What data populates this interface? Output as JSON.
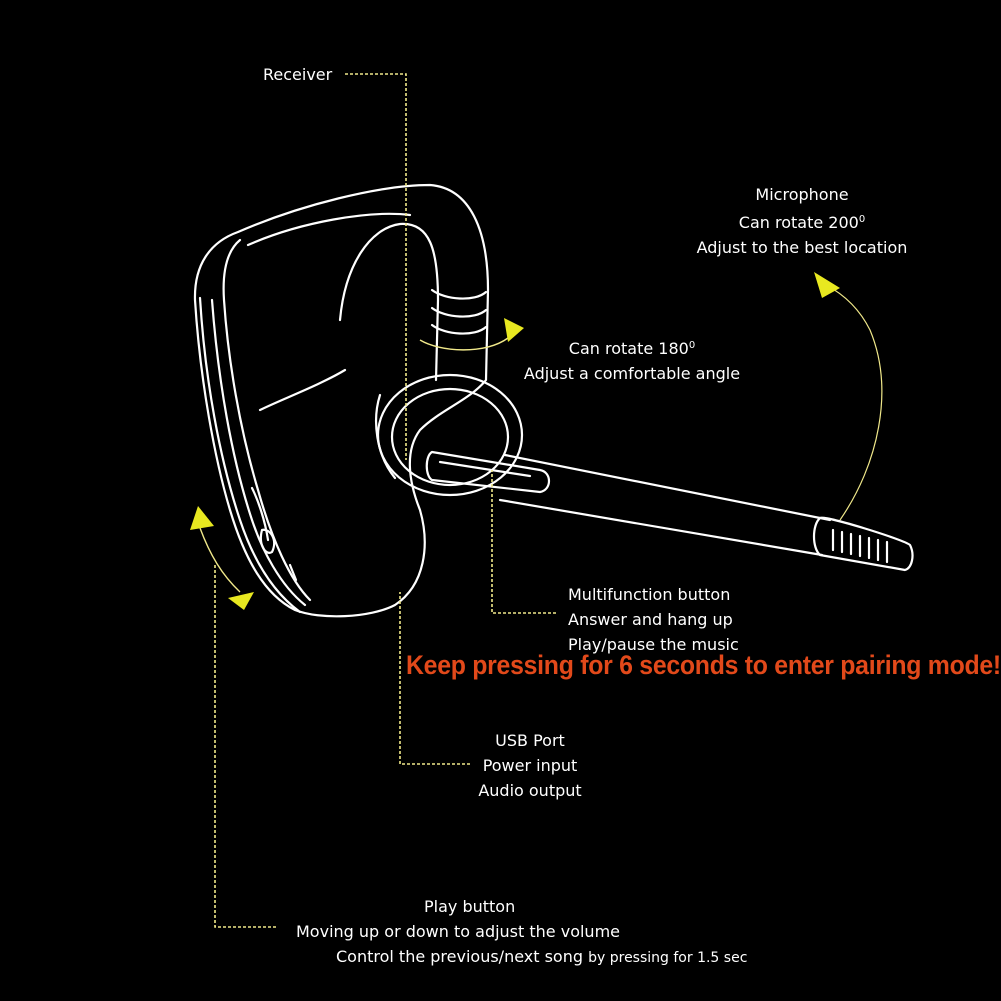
{
  "labels": {
    "receiver": "Receiver",
    "microphone": {
      "title": "Microphone",
      "rotate_prefix": "Can rotate 200",
      "degree_mark": "0",
      "adjust": "Adjust to the best location"
    },
    "rotate_boom": {
      "rotate_prefix": "Can rotate 180",
      "degree_mark": "0",
      "adjust": "Adjust a comfortable angle"
    },
    "multifunction": {
      "title": "Multifunction button",
      "line2": "Answer and hang up",
      "line3": "Play/pause the music"
    },
    "pairing_warning": "Keep pressing for 6 seconds to enter pairing mode!",
    "usb": {
      "title": "USB Port",
      "line2": "Power input",
      "line3": "Audio output"
    },
    "play": {
      "title": "Play button",
      "line2": "Moving up or down to adjust the volume",
      "line3_main": "Control the previous/next song ",
      "line3_small": "by pressing for 1.5 sec"
    }
  },
  "colors": {
    "background": "#000000",
    "outline": "#ffffff",
    "leader": "#f0e88a",
    "arrow": "#e8e820",
    "warning": "#e2491a"
  }
}
